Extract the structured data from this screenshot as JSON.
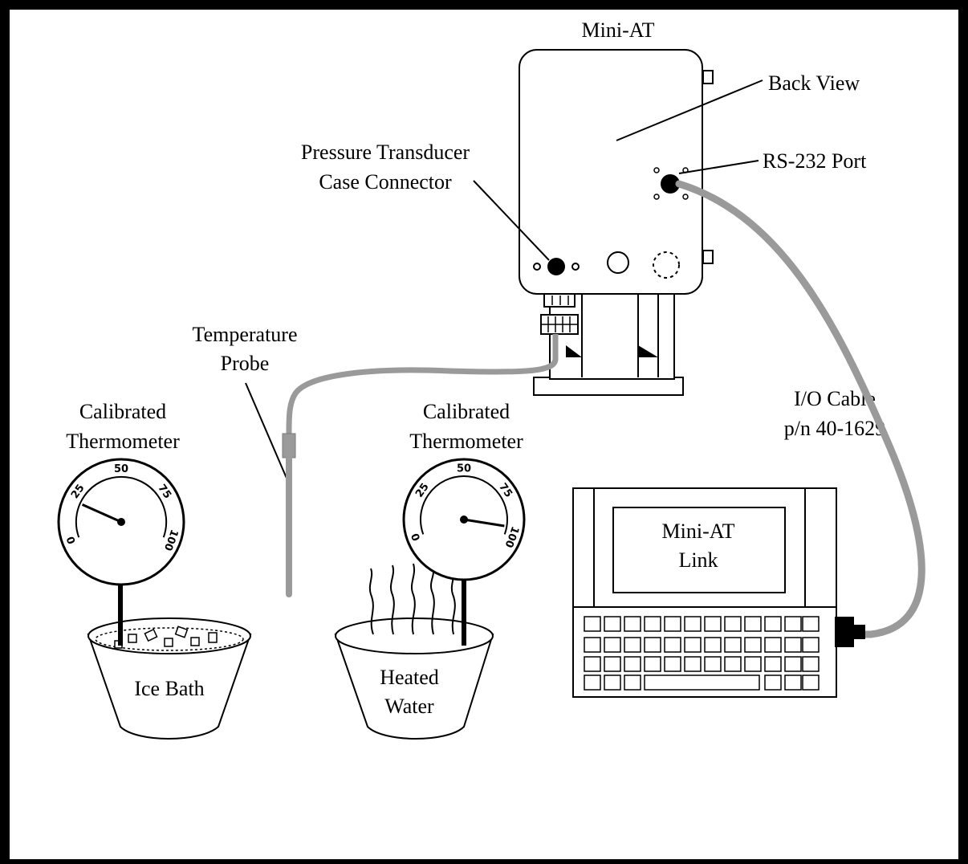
{
  "title": "Mini-AT",
  "labels": {
    "back_view": "Back View",
    "rs232_port": "RS-232 Port",
    "pressure_transducer_line1": "Pressure Transducer",
    "pressure_transducer_line2": "Case Connector",
    "temperature_probe_line1": "Temperature",
    "temperature_probe_line2": "Probe",
    "io_cable_line1": "I/O Cable",
    "io_cable_line2": "p/n 40-1629",
    "thermometer_left_line1": "Calibrated",
    "thermometer_left_line2": "Thermometer",
    "thermometer_right_line1": "Calibrated",
    "thermometer_right_line2": "Thermometer",
    "ice_bath": "Ice Bath",
    "heated_water_line1": "Heated",
    "heated_water_line2": "Water",
    "screen_line1": "Mini-AT",
    "screen_line2": "Link"
  },
  "gauge_left": {
    "ticks": [
      "0",
      "25",
      "50",
      "75",
      "100"
    ],
    "needle_value": 20
  },
  "gauge_right": {
    "ticks": [
      "0",
      "25",
      "50",
      "75",
      "100"
    ],
    "needle_value": 95
  }
}
